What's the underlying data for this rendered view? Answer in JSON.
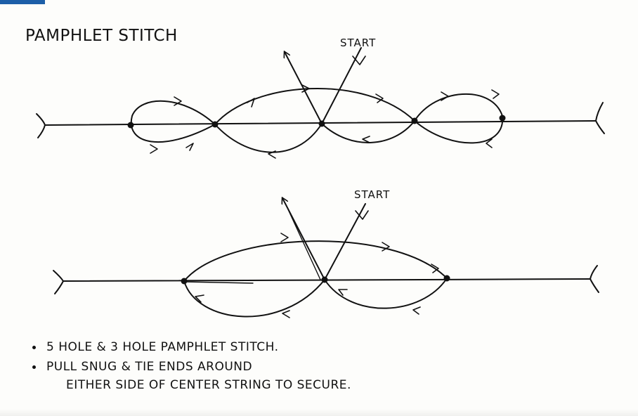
{
  "title": "Pamphlet Stitch",
  "diagram_top": {
    "start_label": "START"
  },
  "diagram_bottom": {
    "start_label": "START"
  },
  "notes": [
    {
      "text": "5 Hole & 3 Hole Pamphlet Stitch."
    },
    {
      "text": "Pull Snug & Tie Ends Around",
      "continuation": "Either Side of Center String to Secure."
    }
  ]
}
